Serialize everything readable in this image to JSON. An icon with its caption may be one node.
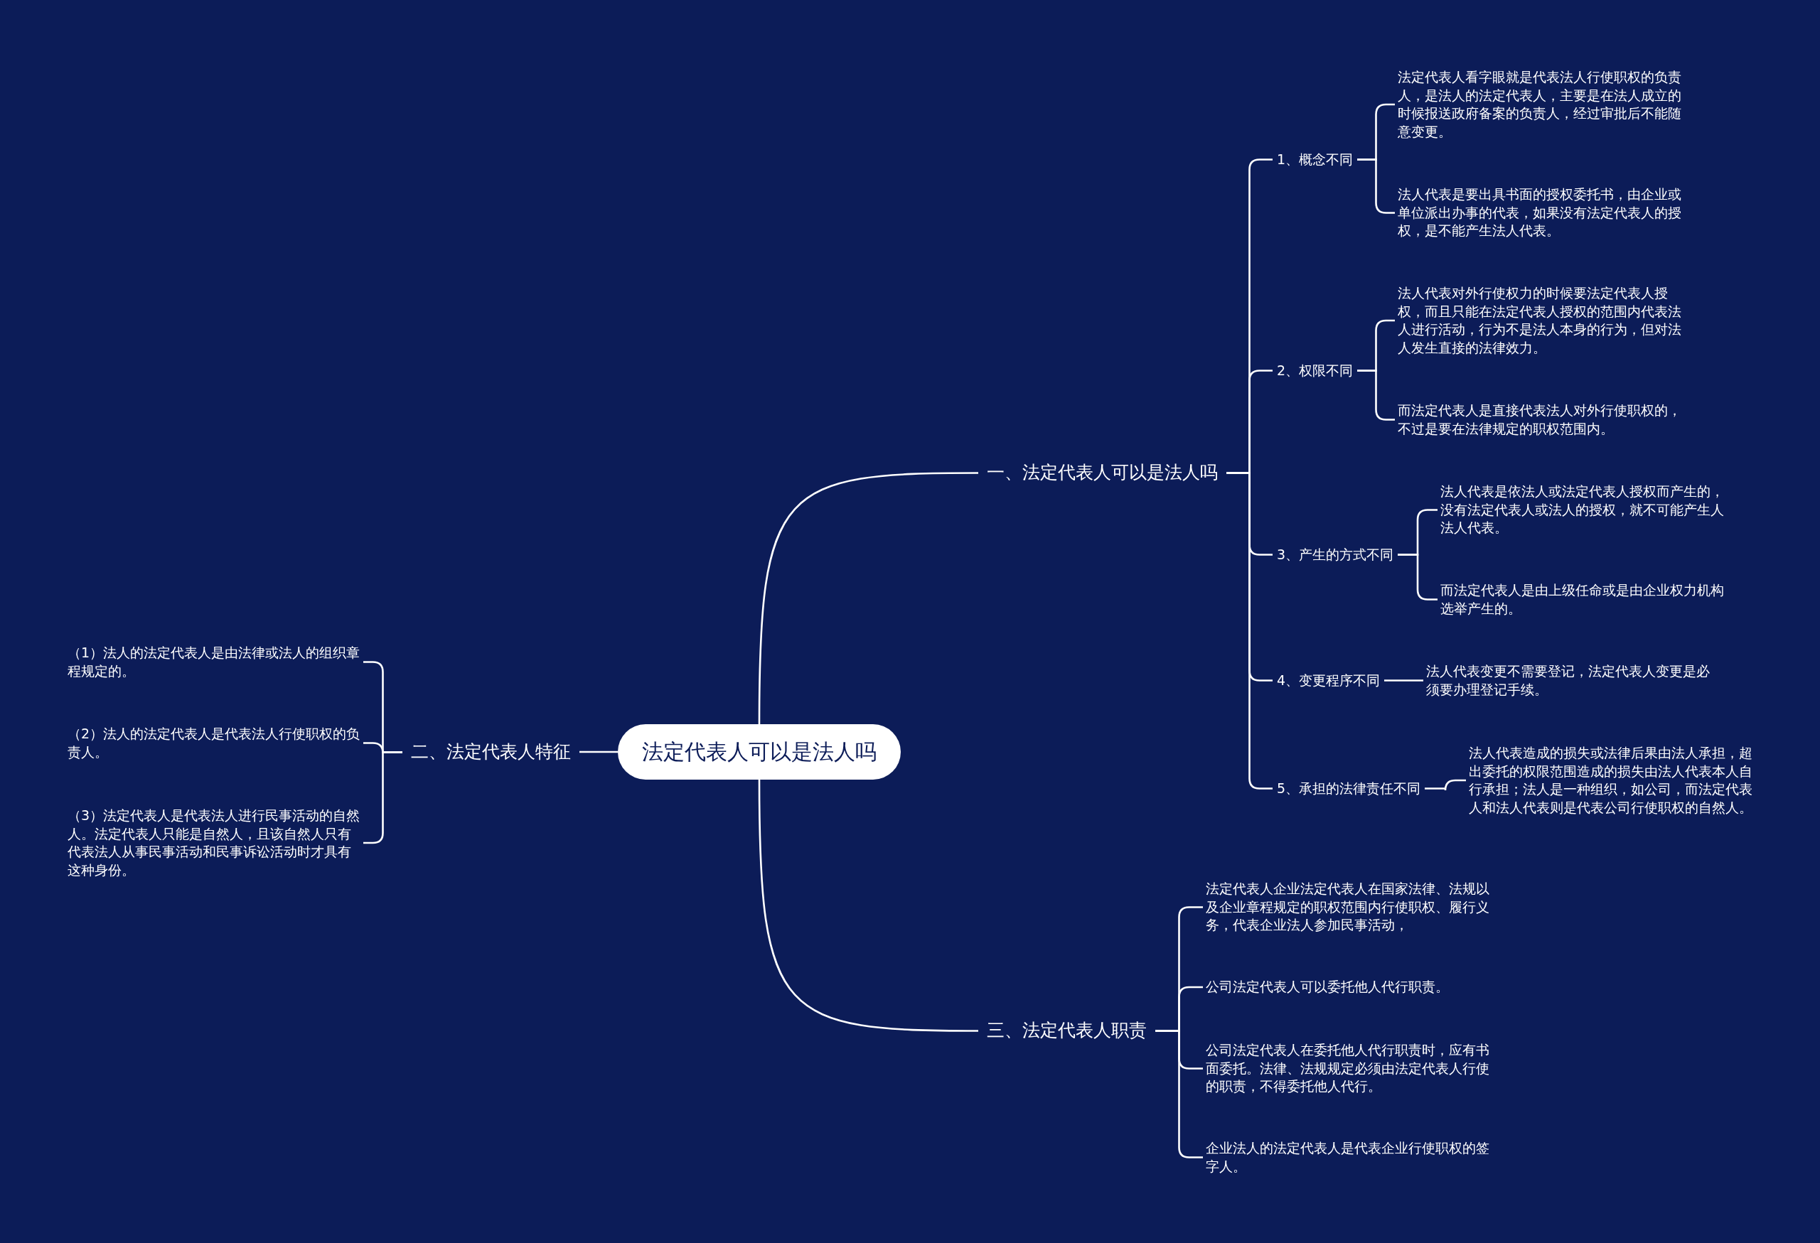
{
  "diagram": {
    "nodes": [
      {
        "text": [
          "法定代表人可以是法人吗"
        ]
      },
      {
        "text": [
          "一、法定代表人可以是法人吗"
        ]
      },
      {
        "text": [
          "1、概念不同"
        ]
      },
      {
        "text": [
          "法定代表人看字眼就是代表法人行使职权的负责人，是法人的法定代表人，主要是在法人成立的时候报送政府备案的负责人，经过审批后不能随意变更。"
        ]
      },
      {
        "text": [
          "法人代表是要出具书面的授权委托书，由企业或单位派出办事的代表，如果没有法定代表人的授权，是不能产生法人代表。"
        ]
      },
      {
        "text": [
          "2、权限不同"
        ]
      },
      {
        "text": [
          "法人代表对外行使权力的时候要法定代表人授权，而且只能在法定代表人授权的范围内代表法人进行活动，行为不是法人本身的行为，但对法人发生直接的法律效力。"
        ]
      },
      {
        "text": [
          "而法定代表人是直接代表法人对外行使职权的，不过是要在法律规定的职权范围内。"
        ]
      },
      {
        "text": [
          "3、产生的方式不同"
        ]
      },
      {
        "text": [
          "法人代表是依法人或法定代表人授权而产生的，没有法定代表人或法人的授权，就不可能产生人法人代表。"
        ]
      },
      {
        "text": [
          "而法定代表人是由上级任命或是由企业权力机构选举产生的。"
        ]
      },
      {
        "text": [
          "4、变更程序不同"
        ]
      },
      {
        "text": [
          "法人代表变更不需要登记，法定代表人变更是必须要办理登记手续。"
        ]
      },
      {
        "text": [
          "5、承担的法律责任不同"
        ]
      },
      {
        "text": [
          "法人代表造成的损失或法律后果由法人承担，超出委托的权限范围造成的损失由法人代表本人自行承担；法人是一种组织，如公司，而法定代表人和法人代表则是代表公司行使职权的自然人。"
        ]
      },
      {
        "text": [
          "二、法定代表人特征"
        ]
      },
      {
        "text": [
          "（1）法人的法定代表人是由法律或法人的组织章程规定的。"
        ]
      },
      {
        "text": [
          "（2）法人的法定代表人是代表法人行使职权的负责人。"
        ]
      },
      {
        "text": [
          "（3）法定代表人是代表法人进行民事活动的自然人。法定代表人只能是自然人，且该自然人只有代表法人从事民事活动和民事诉讼活动时才具有这种身份。"
        ]
      },
      {
        "text": [
          "三、法定代表人职责"
        ]
      },
      {
        "text": [
          "法定代表人企业法定代表人在国家法律、法规以及企业章程规定的职权范围内行使职权、履行义务，代表企业法人参加民事活动，"
        ]
      },
      {
        "text": [
          "公司法定代表人可以委托他人代行职责。"
        ]
      },
      {
        "text": [
          "公司法定代表人在委托他人代行职责时，应有书面委托。法律、法规规定必须由法定代表人行使的职责，不得委托他人代行。"
        ]
      },
      {
        "text": [
          "企业法人的法定代表人是代表企业行使职权的签字人。"
        ]
      }
    ],
    "edges": [
      {
        "from": 0,
        "to": 1,
        "arrow": "none"
      },
      {
        "from": 1,
        "to": 2,
        "arrow": "none"
      },
      {
        "from": 2,
        "to": 3,
        "arrow": "none"
      },
      {
        "from": 2,
        "to": 4,
        "arrow": "none"
      },
      {
        "from": 1,
        "to": 5,
        "arrow": "none"
      },
      {
        "from": 5,
        "to": 6,
        "arrow": "none"
      },
      {
        "from": 5,
        "to": 7,
        "arrow": "none"
      },
      {
        "from": 1,
        "to": 8,
        "arrow": "none"
      },
      {
        "from": 8,
        "to": 9,
        "arrow": "none"
      },
      {
        "from": 8,
        "to": 10,
        "arrow": "none"
      },
      {
        "from": 1,
        "to": 11,
        "arrow": "none"
      },
      {
        "from": 11,
        "to": 12,
        "arrow": "none"
      },
      {
        "from": 1,
        "to": 13,
        "arrow": "none"
      },
      {
        "from": 13,
        "to": 14,
        "arrow": "none"
      },
      {
        "from": 0,
        "to": 15,
        "arrow": "none"
      },
      {
        "from": 15,
        "to": 16,
        "arrow": "none"
      },
      {
        "from": 15,
        "to": 17,
        "arrow": "none"
      },
      {
        "from": 15,
        "to": 18,
        "arrow": "none"
      },
      {
        "from": 0,
        "to": 19,
        "arrow": "none"
      },
      {
        "from": 19,
        "to": 20,
        "arrow": "none"
      },
      {
        "from": 19,
        "to": 21,
        "arrow": "none"
      },
      {
        "from": 19,
        "to": 22,
        "arrow": "none"
      },
      {
        "from": 19,
        "to": 23,
        "arrow": "none"
      }
    ]
  }
}
